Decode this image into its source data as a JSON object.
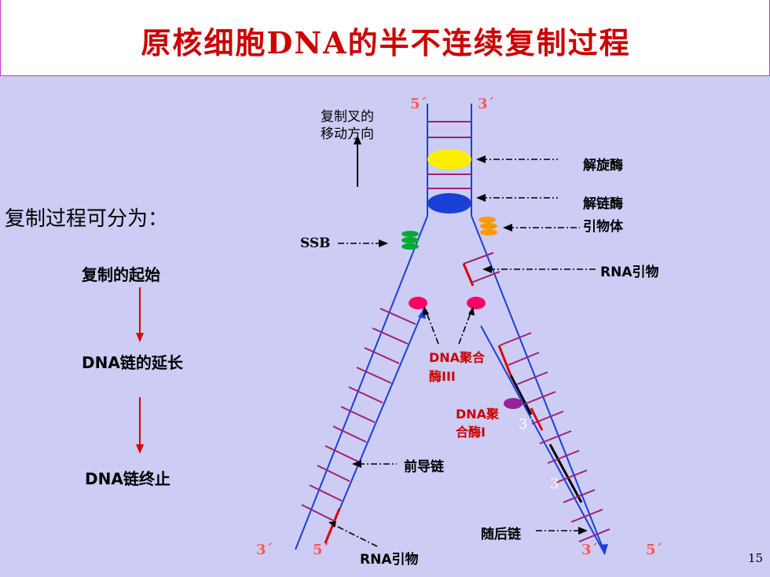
{
  "title": "原核细胞DNA的半不连续复制过程",
  "intro": "复制过程可分为：",
  "stages": [
    "复制的起始",
    "DNA链的延长",
    "DNA链终止"
  ],
  "fork_direction": [
    "复制叉的",
    "移动方向"
  ],
  "labels": {
    "helicase": "解旋酶",
    "gyrase": "解链酶",
    "primosome": "引物体",
    "ssb": "SSB",
    "rna_primer_top": "RNA引物",
    "pol3": [
      "DNA聚合",
      "酶III"
    ],
    "pol1": [
      "DNA聚",
      "合酶I"
    ],
    "leading": "前导链",
    "lagging": "随后链",
    "rna_primer_bottom": "RNA引物"
  },
  "ends": {
    "top_left": "5´",
    "top_right": "3´",
    "bottom_left_outer": "3´",
    "bottom_left_inner": "5´",
    "bottom_right_inner": "3´",
    "bottom_right_outer": "5´",
    "mid_3a": "3´",
    "mid_3b": "3"
  },
  "page_number": "15",
  "colors": {
    "title": "#cc0000",
    "strand": "#1a3fd6",
    "rung": "#a0206e",
    "helicase": "#ffee00",
    "gyrase": "#1a3fd6",
    "ssb": "#00aa33",
    "primosome": "#ff9900",
    "pol3": "#ff0066",
    "pol1": "#992299",
    "primer": "#dd0000"
  }
}
